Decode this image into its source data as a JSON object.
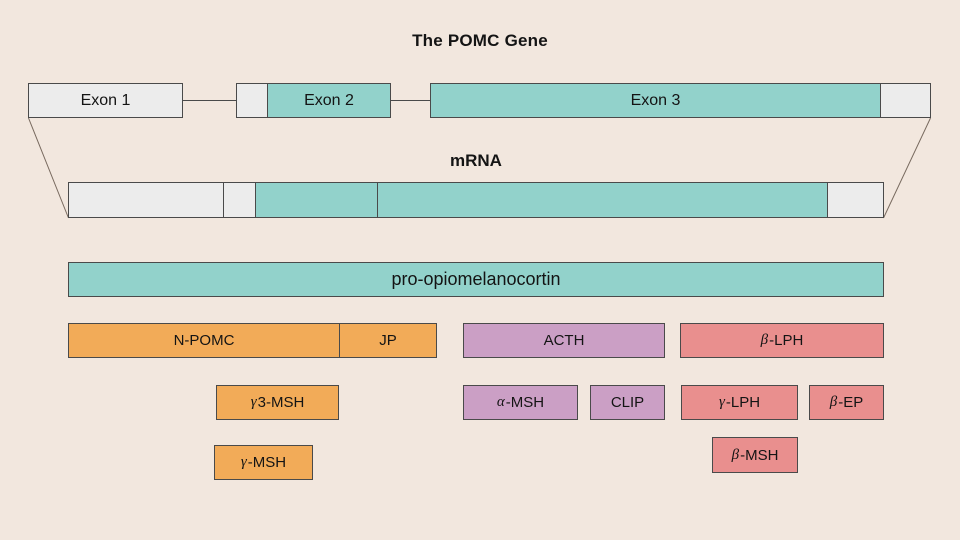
{
  "title": "The POMC Gene",
  "gene": {
    "exon1_label": "Exon 1",
    "exon2_label": "Exon 2",
    "exon3_label": "Exon 3"
  },
  "mrna": {
    "label": "mRNA"
  },
  "precursor": {
    "label": "pro-opiomelanocortin"
  },
  "fragments": {
    "n_pomc": {
      "label": "N-POMC"
    },
    "jp": {
      "label": "JP"
    },
    "acth": {
      "label": "ACTH"
    },
    "b_lph": {
      "greek": "β",
      "rest": "-LPH"
    },
    "g3_msh": {
      "greek": "γ",
      "rest": "3-MSH"
    },
    "a_msh": {
      "greek": "α",
      "rest": "-MSH"
    },
    "clip": {
      "label": "CLIP"
    },
    "g_lph": {
      "greek": "γ",
      "rest": "-LPH"
    },
    "b_ep": {
      "greek": "β",
      "rest": "-EP"
    },
    "g_msh": {
      "greek": "γ",
      "rest": "-MSH"
    },
    "b_msh": {
      "greek": "β",
      "rest": "-MSH"
    }
  },
  "colors": {
    "background": "#f2e7de",
    "exon_coding": "#92d2cb",
    "untranslated": "#ececec",
    "n_pomc_group": "#f2ab58",
    "acth_group": "#cb9fc5",
    "b_lph_group": "#e98f8e",
    "box_border": "#4a4a4a",
    "splice_line": "#77695e",
    "text": "#141414"
  }
}
